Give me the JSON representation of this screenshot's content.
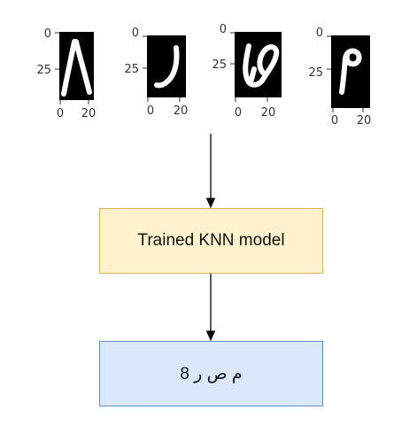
{
  "digits": [
    {
      "glyph": "٨",
      "y_ticks": [
        "0",
        "25"
      ],
      "x_ticks": [
        "0",
        "20"
      ]
    },
    {
      "glyph": "ر",
      "y_ticks": [
        "0",
        "25"
      ],
      "x_ticks": [
        "0",
        "20"
      ]
    },
    {
      "glyph": "ص",
      "y_ticks": [
        "0",
        "25"
      ],
      "x_ticks": [
        "0",
        "20"
      ]
    },
    {
      "glyph": "م",
      "y_ticks": [
        "0",
        "25"
      ],
      "x_ticks": [
        "0",
        "20"
      ]
    }
  ],
  "model_box": {
    "label": "Trained KNN model",
    "fill": "#fff2cc",
    "stroke": "#d6b656"
  },
  "output_box": {
    "label": "م ص ر 8",
    "fill": "#dae8fc",
    "stroke": "#6c8ebf"
  },
  "colors": {
    "image_bg": "#000000",
    "stroke_white": "#ffffff",
    "arrow": "#000000"
  }
}
